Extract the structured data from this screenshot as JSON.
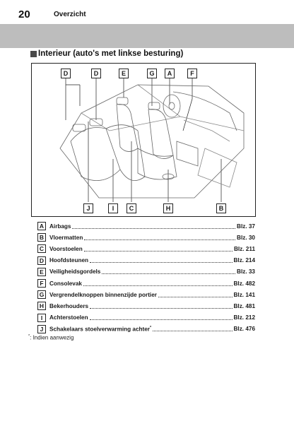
{
  "header": {
    "page_number": "20",
    "chapter": "Overzicht"
  },
  "section": {
    "title": "Interieur (auto's met linkse besturing)"
  },
  "callouts_top": [
    "D",
    "D",
    "E",
    "G",
    "A",
    "F"
  ],
  "callouts_bottom": [
    "J",
    "I",
    "C",
    "H",
    "B"
  ],
  "legend": [
    {
      "letter": "A",
      "label": "Airbags",
      "sup": "",
      "page": "Blz. 37"
    },
    {
      "letter": "B",
      "label": "Vloermatten",
      "sup": "",
      "page": "Blz. 30"
    },
    {
      "letter": "C",
      "label": "Voorstoelen",
      "sup": "",
      "page": "Blz. 211"
    },
    {
      "letter": "D",
      "label": "Hoofdsteunen",
      "sup": "",
      "page": "Blz. 214"
    },
    {
      "letter": "E",
      "label": "Veiligheidsgordels",
      "sup": "",
      "page": "Blz. 33"
    },
    {
      "letter": "F",
      "label": "Consolevak",
      "sup": "",
      "page": "Blz. 482"
    },
    {
      "letter": "G",
      "label": "Vergrendelknoppen binnenzijde portier",
      "sup": "",
      "page": "Blz. 141"
    },
    {
      "letter": "H",
      "label": "Bekerhouders",
      "sup": "",
      "page": "Blz. 481"
    },
    {
      "letter": "I",
      "label": "Achterstoelen",
      "sup": "",
      "page": "Blz. 212"
    },
    {
      "letter": "J",
      "label": "Schakelaars stoelverwarming achter",
      "sup": "*",
      "page": "Blz. 476"
    }
  ],
  "footnote": {
    "marker": "*",
    "text": ": Indien aanwezig"
  }
}
